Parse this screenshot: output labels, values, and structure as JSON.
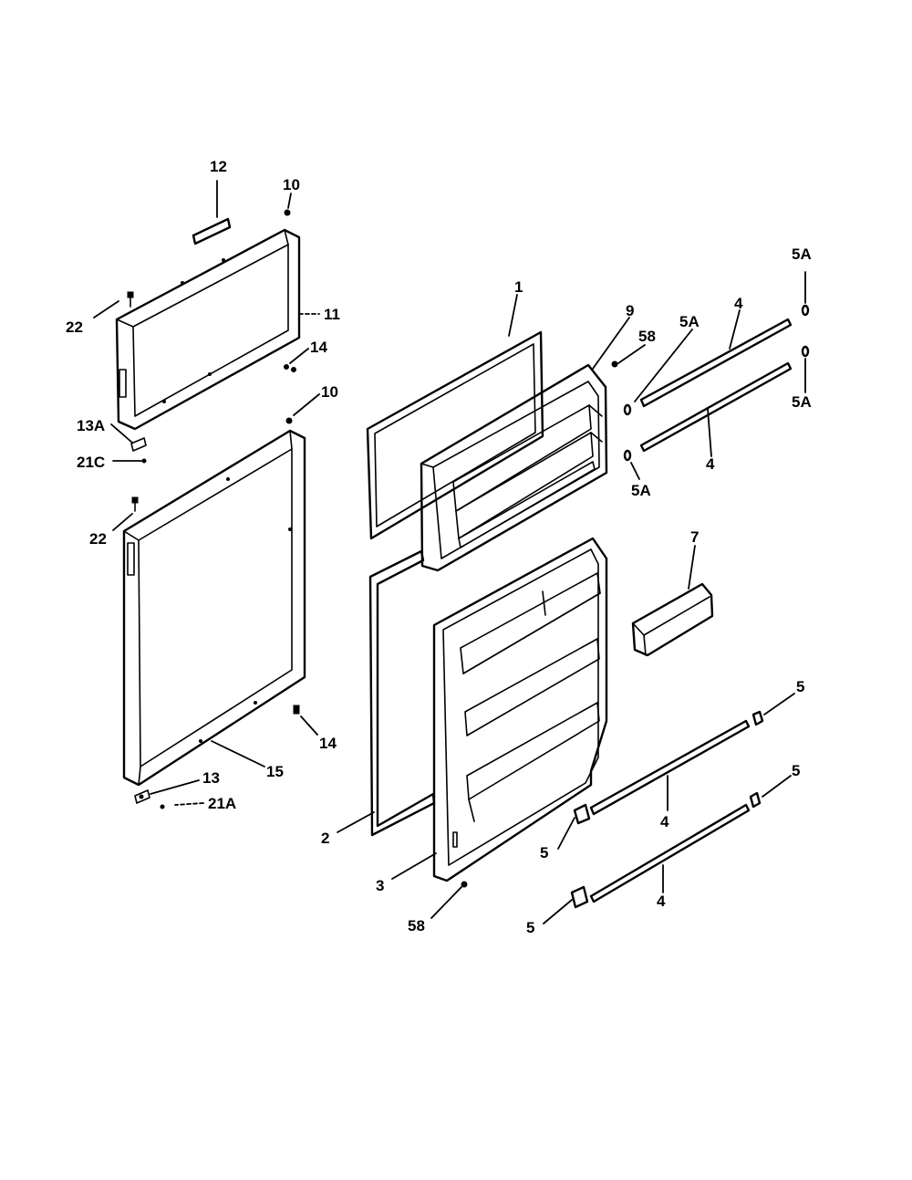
{
  "diagram": {
    "callouts": {
      "c12": "12",
      "c10_top": "10",
      "c22_top": "22",
      "c11": "11",
      "c14_top": "14",
      "c10_mid": "10",
      "c13A": "13A",
      "c21C": "21C",
      "c22_mid": "22",
      "c14_bottom": "14",
      "c15": "15",
      "c13": "13",
      "c21A": "21A",
      "c1": "1",
      "c9": "9",
      "c58_top": "58",
      "c5A_a": "5A",
      "c4_a": "4",
      "c5A_b": "5A",
      "c5A_c": "5A",
      "c4_b": "4",
      "c5A_d": "5A",
      "c7": "7",
      "c5_a": "5",
      "c5_b": "5",
      "c4_c": "4",
      "c5_c": "5",
      "c4_d": "4",
      "c5_d": "5",
      "c2": "2",
      "c3": "3",
      "c58_bottom": "58"
    }
  }
}
